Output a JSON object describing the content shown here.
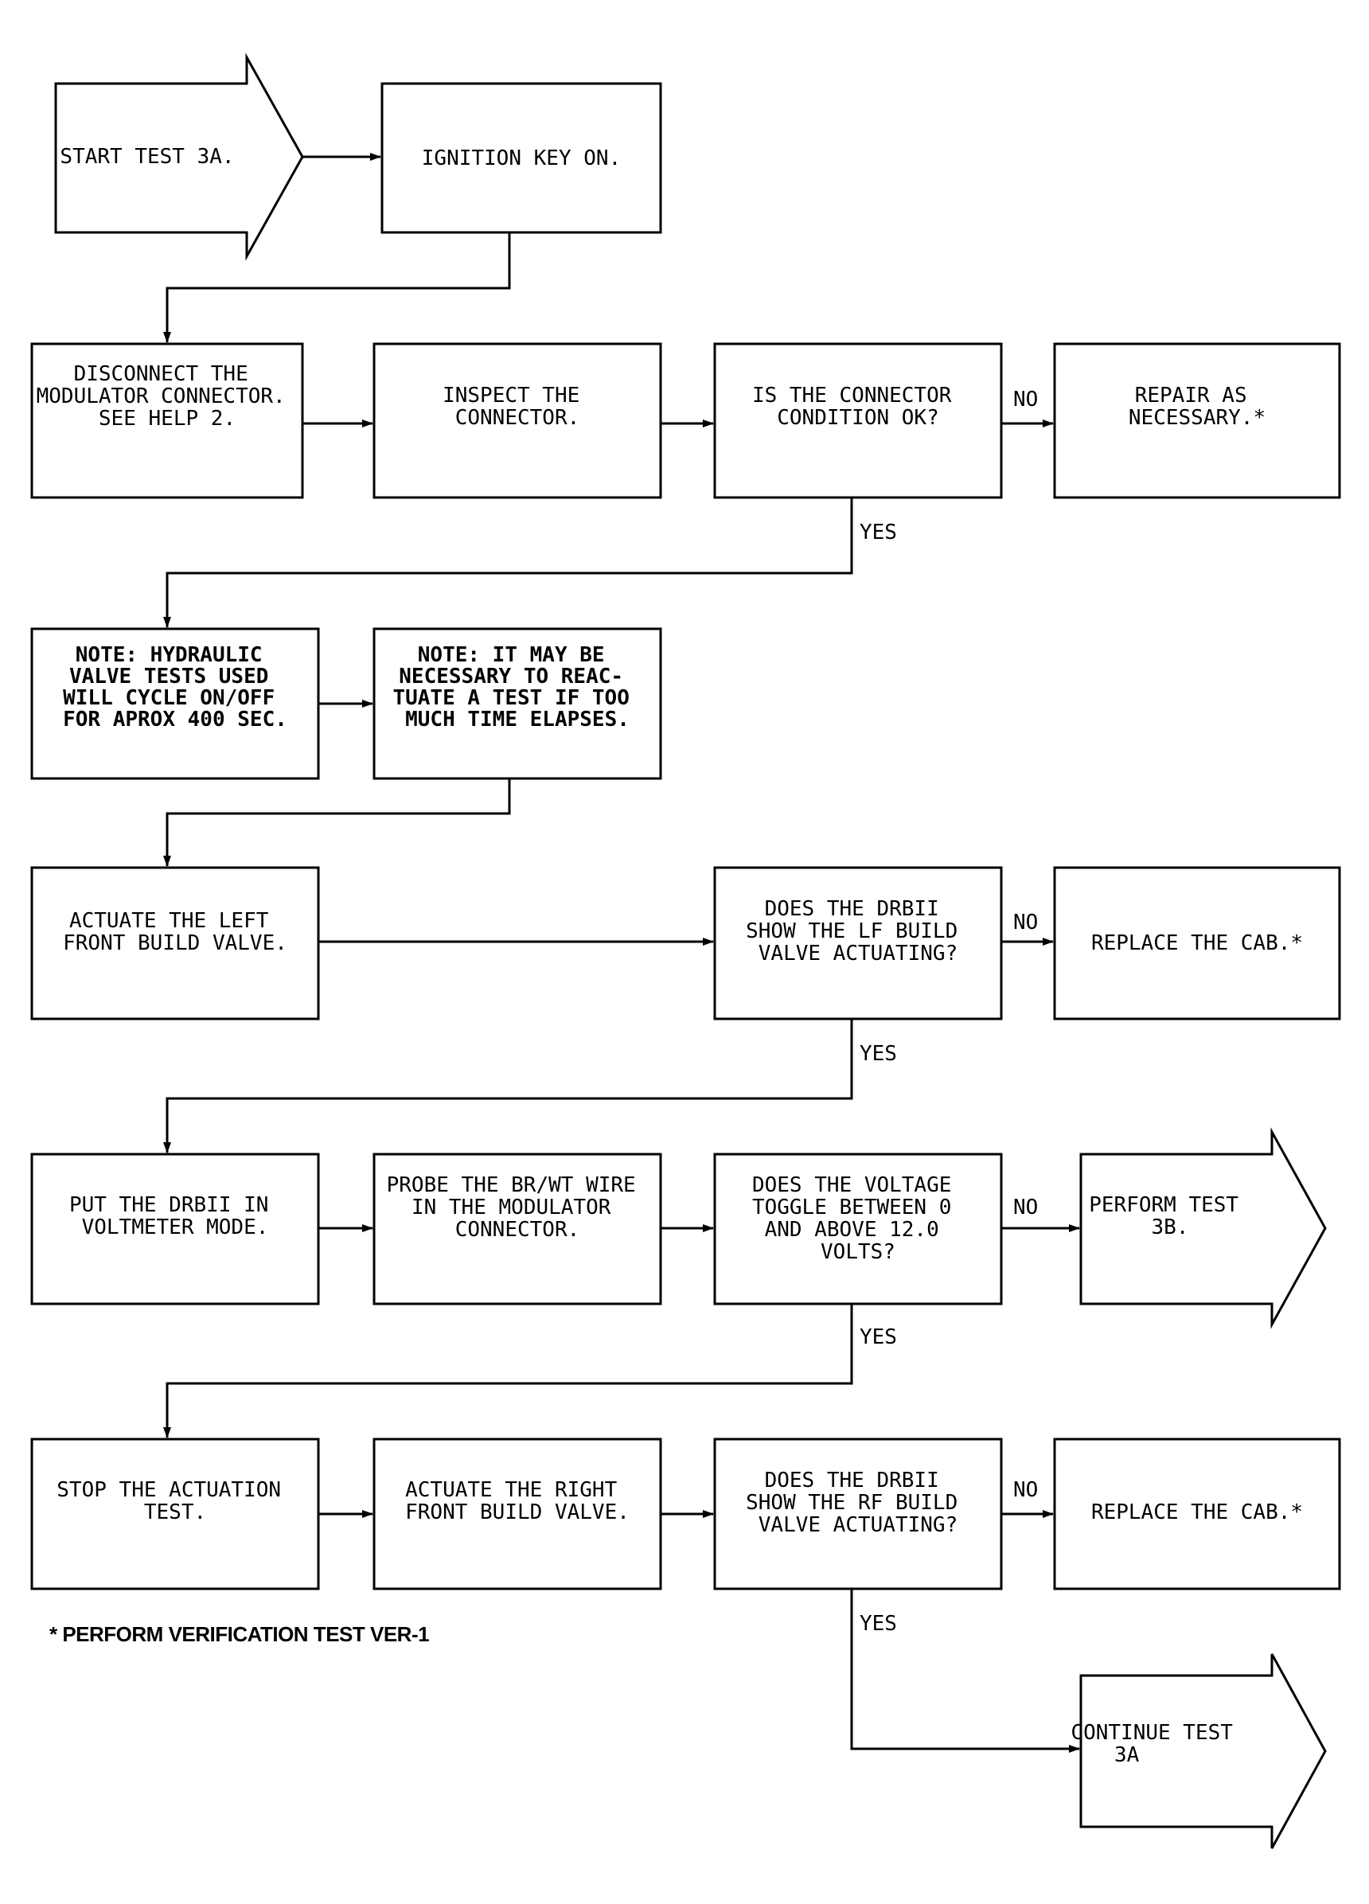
{
  "nodes": {
    "start": {
      "lines": [
        "START TEST 3A."
      ]
    },
    "ignition": {
      "lines": [
        "IGNITION KEY ON."
      ]
    },
    "disconnect": {
      "lines": [
        "DISCONNECT THE",
        "MODULATOR CONNECTOR.",
        "SEE HELP 2."
      ]
    },
    "inspect": {
      "lines": [
        "INSPECT THE",
        "CONNECTOR."
      ]
    },
    "q_connector": {
      "lines": [
        "IS THE CONNECTOR",
        "CONDITION OK?"
      ]
    },
    "repair": {
      "lines": [
        "REPAIR AS",
        "NECESSARY.*"
      ]
    },
    "note1": {
      "lines": [
        "NOTE:  HYDRAULIC",
        "VALVE TESTS USED",
        "WILL CYCLE ON/OFF",
        "FOR APROX 400 SEC."
      ]
    },
    "note2": {
      "lines": [
        "NOTE:  IT MAY BE",
        "NECESSARY TO REAC-",
        "TUATE A TEST IF TOO",
        "MUCH TIME ELAPSES."
      ]
    },
    "actuate_lf": {
      "lines": [
        "ACTUATE THE LEFT",
        "FRONT BUILD VALVE."
      ]
    },
    "q_lf": {
      "lines": [
        "DOES THE DRBII",
        "SHOW THE LF BUILD",
        "VALVE ACTUATING?"
      ]
    },
    "replace_cab1": {
      "lines": [
        "REPLACE THE CAB.*"
      ]
    },
    "voltmeter": {
      "lines": [
        "PUT THE DRBII IN",
        "VOLTMETER MODE."
      ]
    },
    "probe": {
      "lines": [
        "PROBE THE BR/WT WIRE",
        "IN THE MODULATOR",
        "CONNECTOR."
      ]
    },
    "q_voltage": {
      "lines": [
        "DOES THE VOLTAGE",
        "TOGGLE BETWEEN 0",
        "AND ABOVE 12.0",
        "VOLTS?"
      ]
    },
    "perform_3b": {
      "lines": [
        "PERFORM TEST",
        "3B."
      ]
    },
    "stop": {
      "lines": [
        "STOP THE ACTUATION",
        "TEST."
      ]
    },
    "actuate_rf": {
      "lines": [
        "ACTUATE THE RIGHT",
        "FRONT BUILD VALVE."
      ]
    },
    "q_rf": {
      "lines": [
        "DOES THE DRBII",
        "SHOW THE RF BUILD",
        "VALVE ACTUATING?"
      ]
    },
    "replace_cab2": {
      "lines": [
        "REPLACE THE CAB.*"
      ]
    },
    "continue_3a": {
      "lines": [
        "CONTINUE TEST",
        "3A"
      ]
    }
  },
  "branch_labels": {
    "no": "NO",
    "yes": "YES"
  },
  "footnote": "* PERFORM VERIFICATION TEST VER-1"
}
